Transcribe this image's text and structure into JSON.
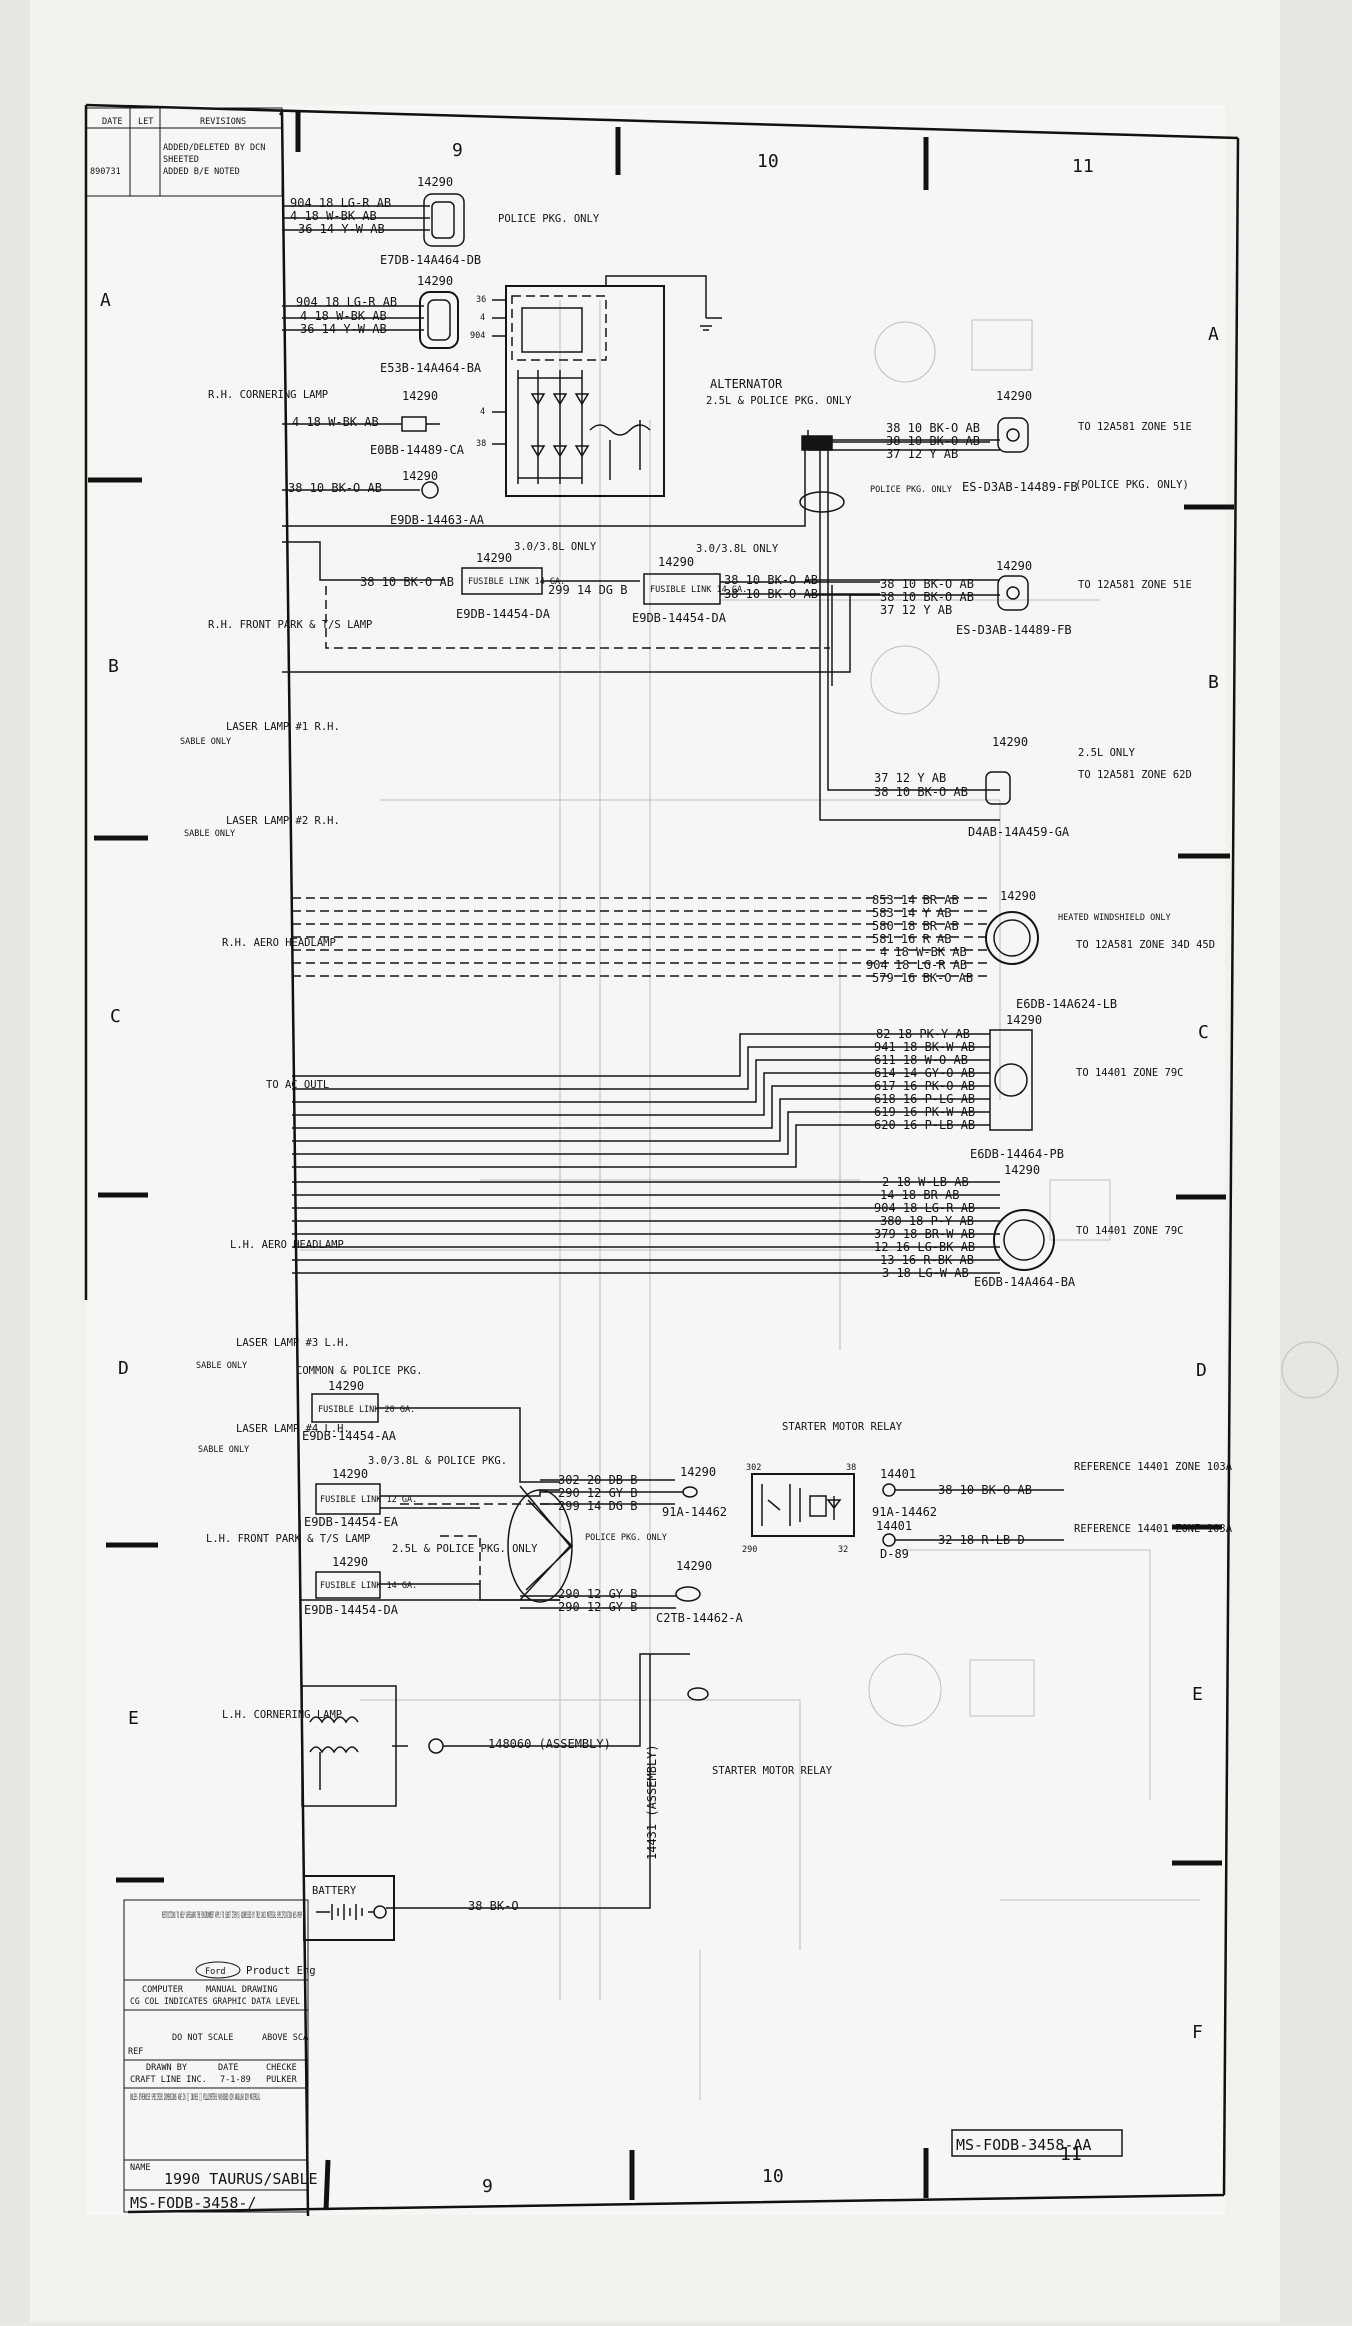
{
  "columns": [
    "9",
    "10",
    "11"
  ],
  "rows": [
    "A",
    "B",
    "C",
    "D",
    "E",
    "F"
  ],
  "revisions": {
    "header": [
      "DATE",
      "LET",
      "REVISIONS"
    ],
    "date": "890731",
    "entries": [
      "ADDED/DELETED BY DCN",
      "SHEETED",
      "ADDED B/E NOTED"
    ]
  },
  "c1": {
    "num": "14290",
    "id": "E7DB-14A464-DB",
    "note": "POLICE PKG. ONLY",
    "wires": [
      "904 18 LG-R AB",
      "4 18 W-BK AB",
      "36 14 Y-W AB"
    ]
  },
  "c2": {
    "num": "14290",
    "id": "E53B-14A464-BA",
    "wires": [
      "904 18 LG-R AB",
      "4 18 W-BK AB",
      "36 14 Y-W AB"
    ]
  },
  "alt": {
    "title": "ALTERNATOR",
    "note": "2.5L & POLICE PKG. ONLY",
    "pins": [
      "36",
      "4",
      "904",
      "4",
      "38"
    ]
  },
  "corner": {
    "label": "R.H. CORNERING LAMP",
    "num": "14290",
    "wire": "4 18 W-BK AB",
    "id": "E0BB-14489-CA"
  },
  "ring1": {
    "num": "14290",
    "wire": "38 10 BK-O AB",
    "id": "E9DB-14463-AA"
  },
  "c3": {
    "num": "14290",
    "to": "TO 12A581 ZONE 51E",
    "id": "ES-D3AB-14489-FB",
    "note": "(POLICE PKG. ONLY)",
    "wires": [
      "38 10 BK-O AB",
      "38 10 BK-O AB",
      "37 12 Y AB"
    ]
  },
  "policeNote": "POLICE PKG. ONLY",
  "fl1": {
    "num": "14290",
    "note": "3.0/3.8L ONLY",
    "label": "FUSIBLE LINK 14 GA.",
    "id": "E9DB-14454-DA",
    "wire": "38 10 BK-O AB"
  },
  "fl2": {
    "num": "14290",
    "note": "3.0/3.8L ONLY",
    "label": "FUSIBLE LINK 14 GA.",
    "id": "E9DB-14454-DA",
    "wire": "299 14 DG B",
    "wires": [
      "38 10 BK-O AB",
      "38 10 BK-O AB"
    ]
  },
  "c4": {
    "num": "14290",
    "to": "TO 12A581 ZONE 51E",
    "id": "ES-D3AB-14489-FB",
    "wires": [
      "38 10 BK-O AB",
      "38 10 BK-O AB",
      "37 12 Y AB"
    ]
  },
  "frontPark": "R.H. FRONT PARK & T/S LAMP",
  "laser1": {
    "sable": "SABLE ONLY",
    "label": "LASER LAMP #1 R.H."
  },
  "laser2": {
    "sable": "SABLE ONLY",
    "label": "LASER LAMP #2 R.H."
  },
  "c5": {
    "num": "14290",
    "note": "2.5L ONLY",
    "to": "TO 12A581 ZONE 62D",
    "id": "D4AB-14A459-GA",
    "wires": [
      "37 12 Y AB",
      "38 10 BK-O AB"
    ]
  },
  "rhAero": "R.H. AERO HEADLAMP",
  "c6": {
    "num": "14290",
    "note": "HEATED WINDSHIELD ONLY",
    "to": "TO 12A581 ZONE 34D 45D",
    "id": "E6DB-14A624-LB",
    "wires": [
      "853 14 BR AB",
      "583 14 Y AB",
      "580 18 BR AB",
      "581 16 R AB",
      "4 18 W-BK AB",
      "904 18 LG-R AB",
      "579 16 BK-O AB"
    ]
  },
  "toAc": "TO AC OUTL",
  "c7": {
    "num": "14290",
    "to": "TO 14401 ZONE 79C",
    "id": "E6DB-14464-PB",
    "wires": [
      "82 18 PK-Y AB",
      "941 18 BK-W AB",
      "611 18 W-O AB",
      "614 14 GY-O AB",
      "617 16 PK-O AB",
      "618 16 P-LG AB",
      "619 16 PK-W AB",
      "620 16 P-LB AB"
    ]
  },
  "lhAero": "L.H. AERO HEADLAMP",
  "c8": {
    "num": "14290",
    "to": "TO 14401 ZONE 79C",
    "id": "E6DB-14A464-BA",
    "wires": [
      "2 18 W-LB AB",
      "14 18 BR AB",
      "904 18 LG-R AB",
      "380 18 P-Y AB",
      "379 18 BR-W AB",
      "12 16 LG-BK AB",
      "13 16 R-BK AB",
      "3 18 LG-W AB"
    ]
  },
  "laser3": {
    "sable": "SABLE ONLY",
    "label": "LASER LAMP #3 L.H."
  },
  "laser4": {
    "sable": "SABLE ONLY",
    "label": "LASER LAMP #4 L.H."
  },
  "commonPolice": "COMMON & POLICE PKG.",
  "fl3": {
    "num": "14290",
    "label": "FUSIBLE LINK 20 GA.",
    "id": "E9DB-14454-AA"
  },
  "fl4": {
    "num": "14290",
    "note": "3.0/3.8L & POLICE PKG.",
    "label": "FUSIBLE LINK 12 GA.",
    "id": "E9DB-14454-EA"
  },
  "fl5": {
    "num": "14290",
    "note": "2.5L & POLICE PKG. ONLY",
    "label": "FUSIBLE LINK 14 GA.",
    "id": "E9DB-14454-DA"
  },
  "policeNote2": "POLICE PKG. ONLY",
  "starterWires": {
    "num": "14290",
    "id": "91A-14462",
    "wires": [
      "302 20 DB B",
      "290 12 GY B",
      "299 14 DG B"
    ]
  },
  "gyWires": {
    "num": "14290",
    "id": "C2TB-14462-A",
    "wires": [
      "290 12 GY B",
      "290 12 GY B"
    ]
  },
  "relay": {
    "title": "STARTER MOTOR RELAY",
    "pins": [
      "302",
      "38",
      "290",
      "32"
    ]
  },
  "ref1": {
    "num": "14401",
    "id": "91A-14462",
    "wire": "38 10 BK-O AB",
    "ref": "REFERENCE 14401 ZONE 103A"
  },
  "ref2": {
    "num": "14401",
    "id": "D-89",
    "wire": "32 18 R-LB D",
    "ref": "REFERENCE 14401 ZONE 103A"
  },
  "lhFront": "L.H. FRONT PARK & T/S LAMP",
  "lhCorner": "L.H. CORNERING LAMP",
  "assembly1": "148060 (ASSEMBLY)",
  "assembly2": "14431 (ASSEMBLY)",
  "starterRelay2": "STARTER MOTOR RELAY",
  "battery": {
    "label": "BATTERY",
    "wire": "38 BK-O"
  },
  "titleBlock": {
    "restrictions": "RESTRICTIONS TO HELP SAFEGUARD THE ENVIRONMENT APPLY TO SUBST ITEM(S) ADDRESSED BY THIS DOCU MATERIAL SPECIFICATION WSS-M99P",
    "company": "Ford",
    "dept": "Product Eng",
    "computer": "COMPUTER",
    "manual": "MANUAL DRAWING",
    "cgcol": "CG COL INDICATES GRAPHIC DATA LEVEL",
    "donot": "DO NOT SCALE",
    "above": "ABOVE SCA",
    "ref": "REF",
    "drawnBy": "DRAWN BY",
    "date": "DATE",
    "checked": "CHECKE",
    "drafter": "CRAFT LINE INC.",
    "drawDate": "7-1-89",
    "checker": "PULKER",
    "units": "UNLESS OTHERWISE SPECIFIED DIMENSIONS ARE IN [] INCHES [] MILLIMETERS MACHINED DIM ANGULAR DIM MATERIAL",
    "name": "NAME",
    "title": "1990 TAURUS/SABLE",
    "partNo": "MS-FODB-3458-/",
    "partNo2": "MS-FODB-3458-AA"
  }
}
